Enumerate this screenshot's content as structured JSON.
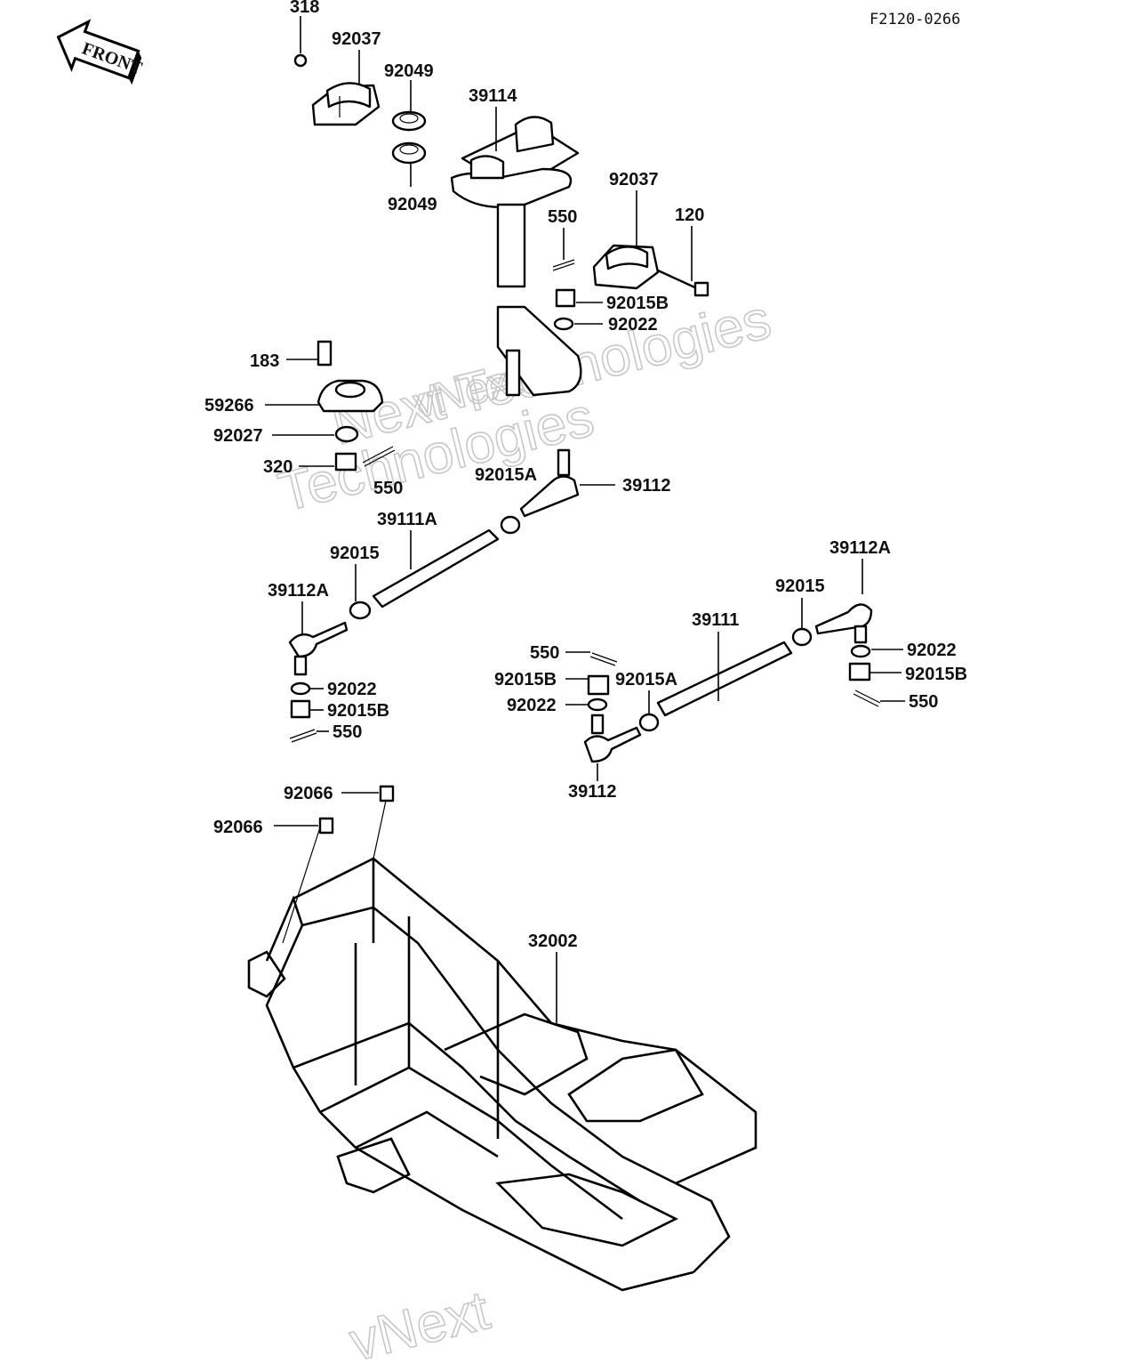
{
  "diagram": {
    "code": "F2120-0266",
    "front_label": "FRONT",
    "watermarks": [
      "Next Technologies",
      "Technologies",
      "vNext",
      "vNext"
    ],
    "labels": [
      "318",
      "92037",
      "92049",
      "92049",
      "39114",
      "92037",
      "120",
      "550",
      "92015B",
      "92022",
      "183",
      "59266",
      "92027",
      "320",
      "550",
      "92015A",
      "39112",
      "39111A",
      "92015",
      "39112A",
      "92022",
      "92015B",
      "550",
      "39112A",
      "92015",
      "39111",
      "550",
      "92015B",
      "92022",
      "92015A",
      "39112",
      "92022",
      "92015B",
      "550",
      "92066",
      "92066",
      "32002"
    ]
  }
}
